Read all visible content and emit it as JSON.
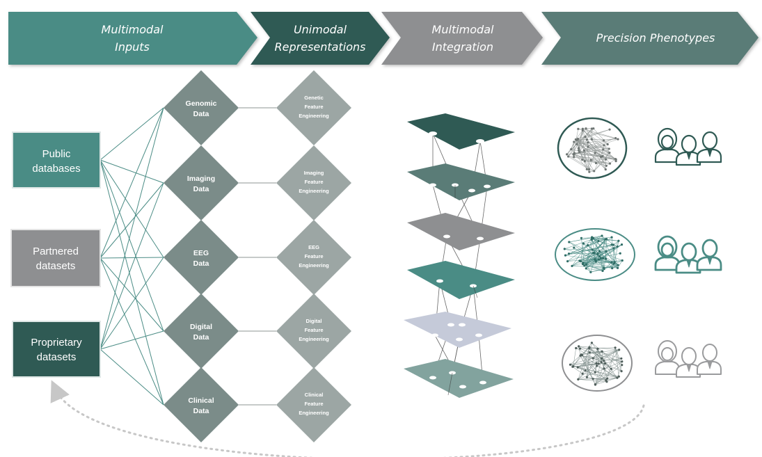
{
  "stages": [
    {
      "line1": "Multimodal",
      "line2": "Inputs"
    },
    {
      "line1": "Unimodal",
      "line2": "Representations"
    },
    {
      "line1": "Multimodal",
      "line2": "Integration"
    },
    {
      "line1": "Precision Phenotypes",
      "line2": ""
    }
  ],
  "sources": [
    {
      "line1": "Public",
      "line2": "databases"
    },
    {
      "line1": "Partnered",
      "line2": "datasets"
    },
    {
      "line1": "Proprietary",
      "line2": "datasets"
    }
  ],
  "modalities": [
    {
      "line1": "Genomic",
      "line2": "Data"
    },
    {
      "line1": "Imaging",
      "line2": "Data"
    },
    {
      "line1": "EEG",
      "line2": "Data"
    },
    {
      "line1": "Digital",
      "line2": "Data"
    },
    {
      "line1": "Clinical",
      "line2": "Data"
    }
  ],
  "features": [
    {
      "line1": "Genetic",
      "line2": "Feature",
      "line3": "Engineering"
    },
    {
      "line1": "Imaging",
      "line2": "Feature",
      "line3": "Engineering"
    },
    {
      "line1": "EEG",
      "line2": "Feature",
      "line3": "Engineering"
    },
    {
      "line1": "Digital",
      "line2": "Feature",
      "line3": "Engineering"
    },
    {
      "line1": "Clinical",
      "line2": "Feature",
      "line3": "Engineering"
    }
  ],
  "colors": {
    "teal": "#4a8c85",
    "dark_teal": "#2f5a54",
    "gray": "#8e8f91",
    "slate": "#5a7c77",
    "modality": "#7b8c89",
    "feature": "#9ca6a4",
    "lavender": "#c5cad9",
    "light_teal": "#82a39e"
  }
}
